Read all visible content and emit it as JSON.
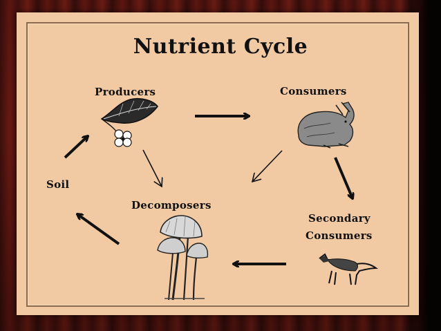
{
  "title": "Nutrient Cycle",
  "nodes": {
    "producers": "Producers",
    "consumers": "Consumers",
    "secondary_line1": "Secondary",
    "secondary_line2": "Consumers",
    "decomposers": "Decomposers",
    "soil": "Soil"
  },
  "icons": {
    "producers": "leaf-flower-icon",
    "consumers": "rabbit-icon",
    "secondary": "fox-icon",
    "decomposers": "mushroom-icon"
  },
  "colors": {
    "board": "#f1c9a3",
    "ink": "#111111",
    "curtain": "#6b1a14"
  }
}
